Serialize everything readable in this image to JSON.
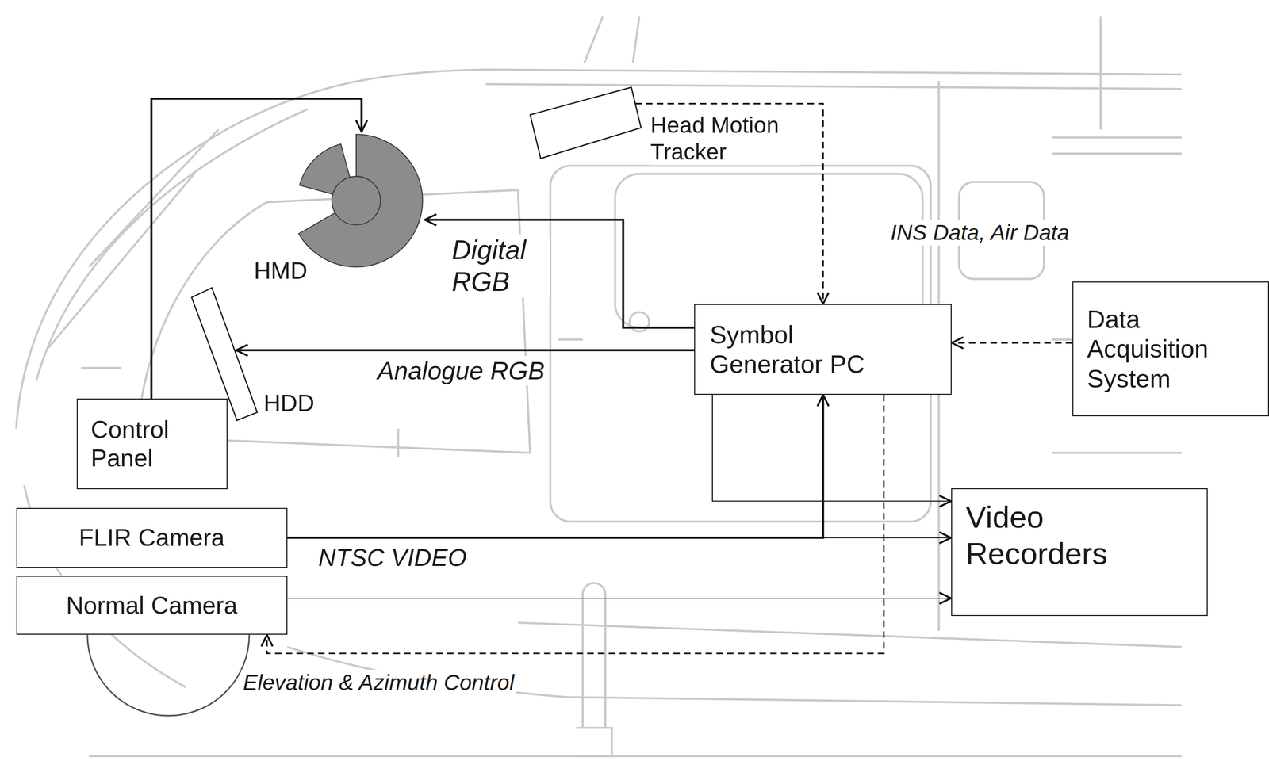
{
  "diagram": {
    "nodes": [
      {
        "text": [
          "Head Motion Tracker"
        ]
      },
      {
        "text": [
          "HMD"
        ]
      },
      {
        "text": [
          "Symbol Generator PC"
        ]
      },
      {
        "text": [
          "Data Acquisition System"
        ]
      },
      {
        "text": [
          "HDD"
        ]
      },
      {
        "text": [
          "Control Panel"
        ]
      },
      {
        "text": [
          "FLIR Camera"
        ]
      },
      {
        "text": [
          "Normal Camera"
        ]
      },
      {
        "text": [
          "Video Recorders"
        ]
      }
    ],
    "edges": [
      {
        "from": 5,
        "to": 1,
        "arrow": "to"
      },
      {
        "from": 0,
        "to": 2,
        "arrow": "to"
      },
      {
        "from": 2,
        "to": 1,
        "label": "Digital RGB",
        "arrow": "to"
      },
      {
        "from": 2,
        "to": 4,
        "label": "Analogue RGB",
        "arrow": "to"
      },
      {
        "from": 3,
        "to": 2,
        "arrow": "to"
      },
      {
        "from": 6,
        "to": 2,
        "label": "NTSC VIDEO",
        "arrow": "to"
      },
      {
        "from": 2,
        "to": 8,
        "arrow": "to"
      },
      {
        "from": 6,
        "to": 8,
        "arrow": "to"
      },
      {
        "from": 7,
        "to": 8,
        "arrow": "to"
      },
      {
        "from": 2,
        "to": 7,
        "label": "Elevation & Azimuth Control",
        "arrow": "to"
      }
    ],
    "labels": [
      "INS Data, Air Data"
    ]
  }
}
